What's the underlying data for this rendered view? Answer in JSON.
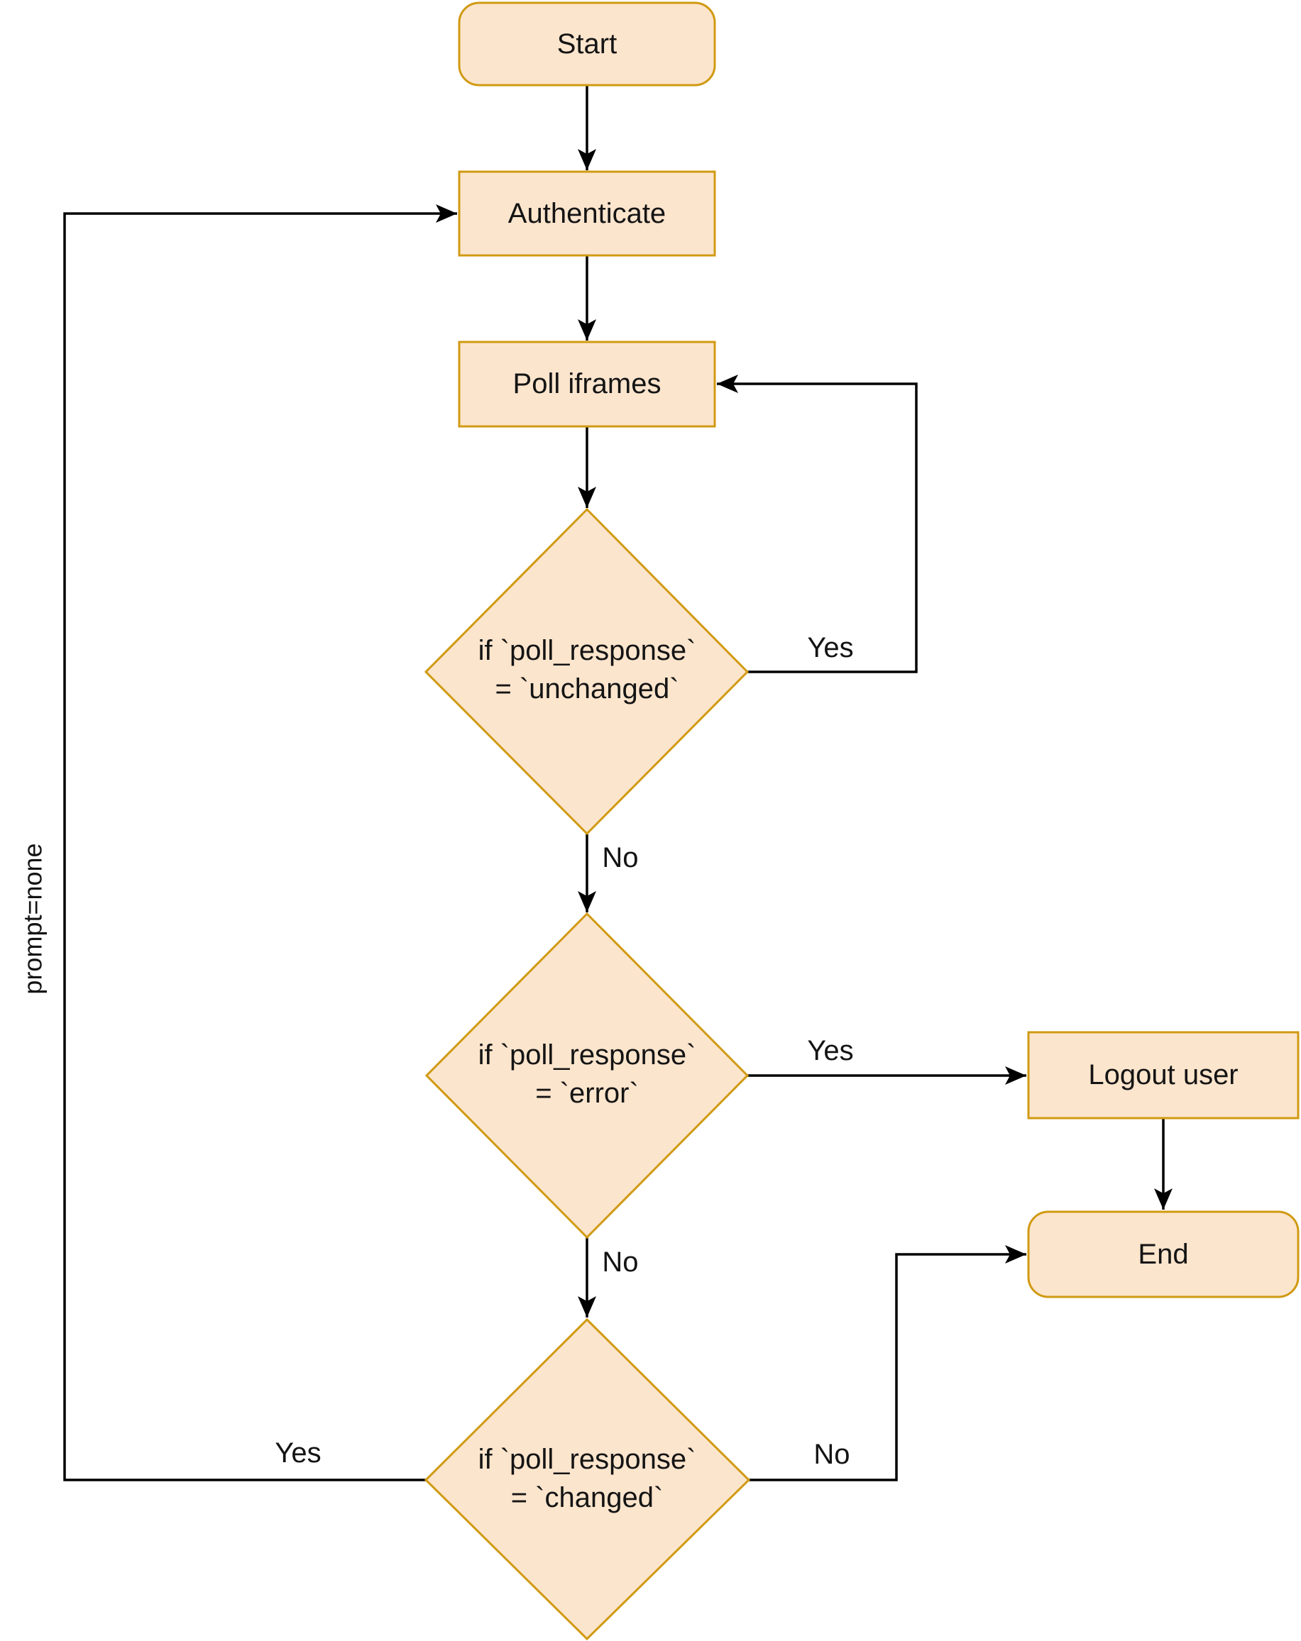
{
  "diagram": {
    "type": "flowchart",
    "colors": {
      "background": "#ffffff",
      "node_fill": "#FCE5CD",
      "node_stroke": "#D09A12",
      "edge": "#000000",
      "text": "#141414"
    },
    "nodes": {
      "start": {
        "label": "Start",
        "shape": "rounded"
      },
      "authenticate": {
        "label": "Authenticate",
        "shape": "rect"
      },
      "poll_iframes": {
        "label": "Poll iframes",
        "shape": "rect"
      },
      "check_unchanged": {
        "lines": [
          "if `poll_response`",
          "= `unchanged`"
        ],
        "shape": "diamond"
      },
      "check_error": {
        "lines": [
          "if `poll_response`",
          "= `error`"
        ],
        "shape": "diamond"
      },
      "check_changed": {
        "lines": [
          "if `poll_response`",
          "= `changed`"
        ],
        "shape": "diamond"
      },
      "logout_user": {
        "label": "Logout user",
        "shape": "rect"
      },
      "end": {
        "label": "End",
        "shape": "rounded"
      }
    },
    "edges": [
      {
        "from": "start",
        "to": "authenticate",
        "label": ""
      },
      {
        "from": "authenticate",
        "to": "poll_iframes",
        "label": ""
      },
      {
        "from": "poll_iframes",
        "to": "check_unchanged",
        "label": ""
      },
      {
        "from": "check_unchanged",
        "to": "poll_iframes",
        "label": "Yes"
      },
      {
        "from": "check_unchanged",
        "to": "check_error",
        "label": "No"
      },
      {
        "from": "check_error",
        "to": "logout_user",
        "label": "Yes"
      },
      {
        "from": "check_error",
        "to": "check_changed",
        "label": "No"
      },
      {
        "from": "logout_user",
        "to": "end",
        "label": ""
      },
      {
        "from": "check_changed",
        "to": "end",
        "label": "No"
      },
      {
        "from": "check_changed",
        "to": "authenticate",
        "label": "Yes",
        "note": "prompt=none"
      }
    ]
  }
}
